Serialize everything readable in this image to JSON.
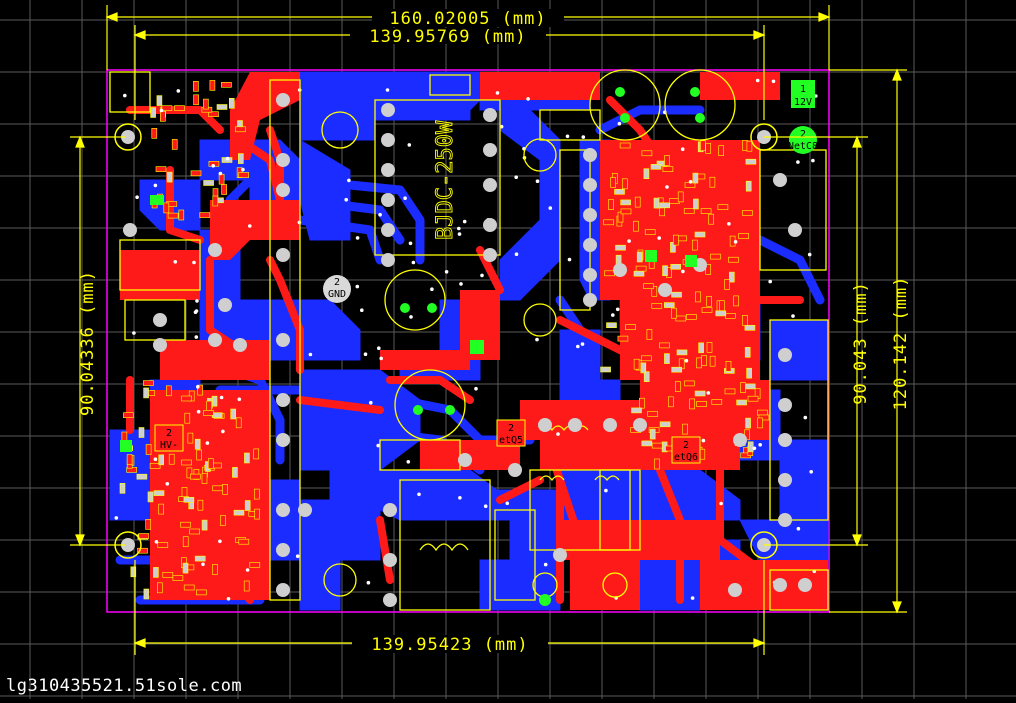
{
  "dimensions": {
    "top_outer": "160.02005 (mm)",
    "top_inner": "139.95769 (mm)",
    "bottom": "139.95423 (mm)",
    "left": "90.04336 (mm)",
    "right_inner": "90.043 (mm)",
    "right_outer": "120.142 (mm)"
  },
  "labels": {
    "module_text": "BJDC-250W",
    "gnd_num": "2",
    "gnd_text": "GND",
    "pad_12v_num": "1",
    "pad_12v_text": "12V",
    "pad_netc8_num": "2",
    "pad_netc8_text": "NetC8",
    "hv_num": "2",
    "hv_text": "HV-",
    "netq5_num": "2",
    "netq5_text": "etQ5",
    "netq6_num": "2",
    "netq6_text": "etQ6"
  },
  "watermark": "lg310435521.51sole.com",
  "colors": {
    "background": "#000000",
    "grid": "#5a5a5a",
    "top_copper": "#ff1a1a",
    "bottom_copper": "#1a2cff",
    "silkscreen": "#ffff00",
    "pad": "#cfcfcf",
    "via_green": "#22ff22",
    "outline": "#ff00ff",
    "dimension": "#ffff00"
  }
}
